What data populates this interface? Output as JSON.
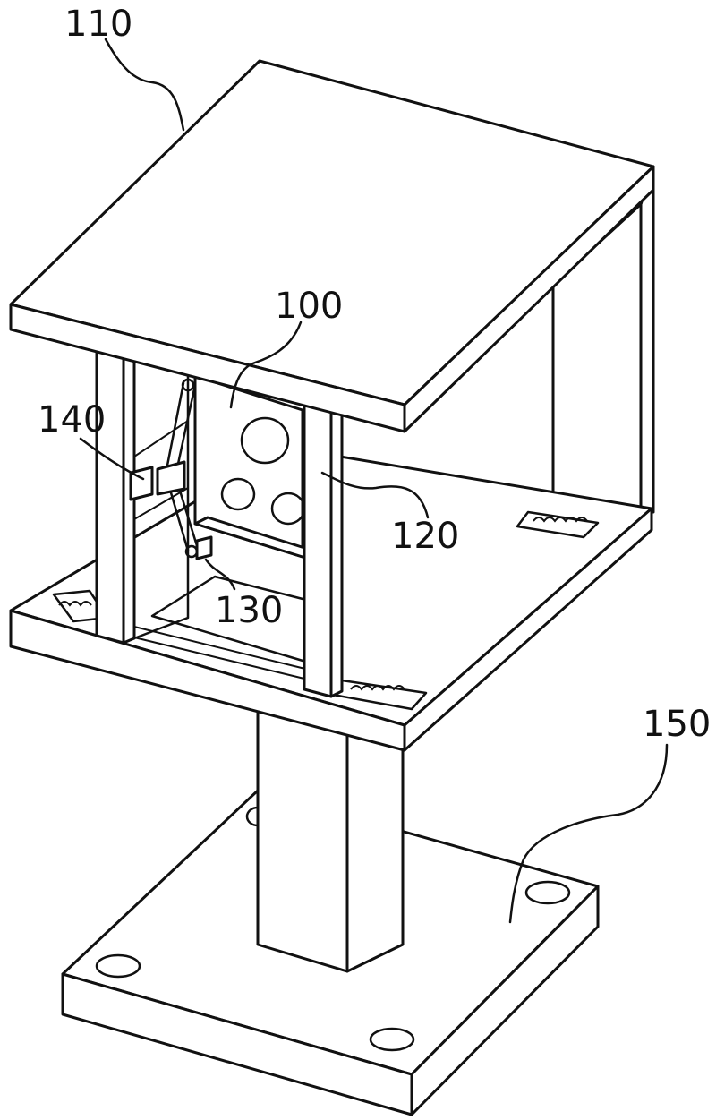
{
  "figure": {
    "labels": {
      "part_100": "100",
      "part_110": "110",
      "part_120": "120",
      "part_130": "130",
      "part_140": "140",
      "part_150": "150"
    },
    "line_color": "#111111",
    "background": "#ffffff"
  }
}
